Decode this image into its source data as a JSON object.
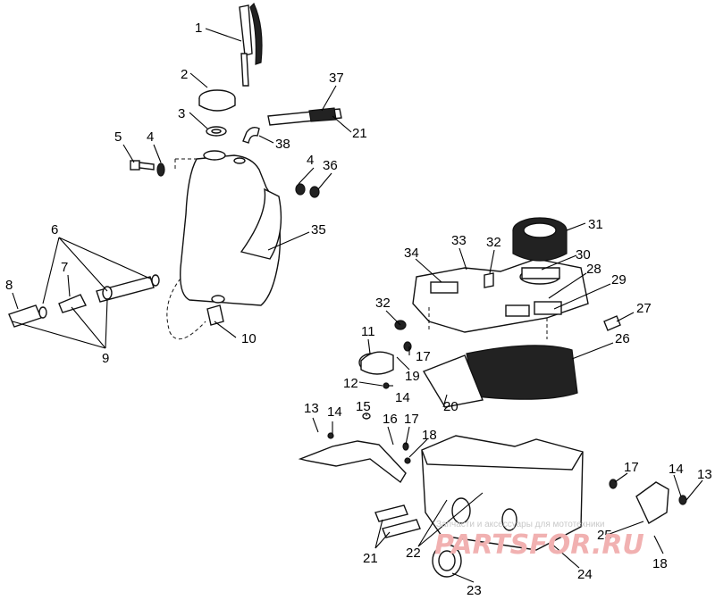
{
  "callouts": [
    "1",
    "2",
    "3",
    "4",
    "5",
    "4",
    "6",
    "7",
    "8",
    "9",
    "10",
    "36",
    "38",
    "37",
    "21",
    "35",
    "31",
    "33",
    "32",
    "34",
    "30",
    "28",
    "29",
    "32",
    "27",
    "26",
    "11",
    "17",
    "19",
    "12",
    "14",
    "20",
    "15",
    "13",
    "14",
    "16",
    "17",
    "18",
    "17",
    "14",
    "13",
    "21",
    "22",
    "25",
    "24",
    "18",
    "23"
  ],
  "watermark": {
    "caption": "Запчасти и аксессуары для мототехники",
    "logo": "PARTSFOR.RU"
  }
}
